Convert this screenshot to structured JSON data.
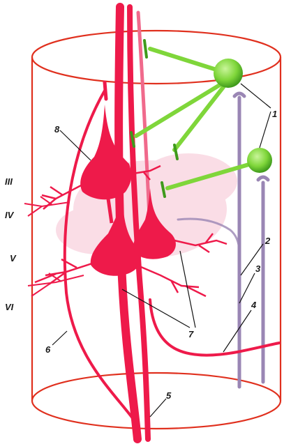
{
  "labels": {
    "layer_III": "III",
    "layer_IV": "IV",
    "layer_V": "V",
    "layer_VI": "VI",
    "n1": "1",
    "n2": "2",
    "n3": "3",
    "n4": "4",
    "n5": "5",
    "n6": "6",
    "n7": "7",
    "n8": "8"
  },
  "colors": {
    "cylinder": "#e0301e",
    "pyramidal": "#ee1a4a",
    "pyramidal_light": "#f59bb5",
    "green_cell": "#7fd63a",
    "green_dark": "#3f9a1c",
    "purple_fiber": "#9a86b4",
    "leader": "#111111"
  }
}
